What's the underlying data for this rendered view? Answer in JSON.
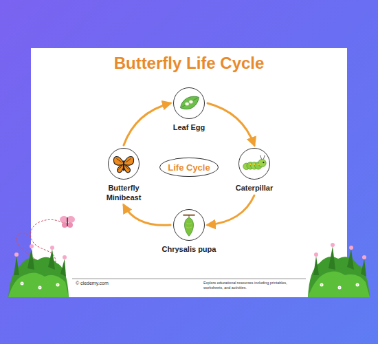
{
  "diagram": {
    "title": "Butterfly Life Cycle",
    "nodes": [
      {
        "text": [
          "Leaf Egg"
        ]
      },
      {
        "text": [
          "Caterpillar"
        ]
      },
      {
        "text": [
          "Chrysalis pupa"
        ]
      },
      {
        "text": [
          "Butterfly Minibeast"
        ]
      },
      {
        "text": [
          "Life Cycle"
        ]
      }
    ],
    "edges": [
      {
        "from": 0,
        "to": 1,
        "arrow": "to"
      },
      {
        "from": 1,
        "to": 2,
        "arrow": "to"
      },
      {
        "from": 2,
        "to": 3,
        "arrow": "to"
      },
      {
        "from": 3,
        "to": 0,
        "arrow": "to"
      }
    ],
    "labels": [
      "© cledemy.com",
      "Explore educational resources including printables, worksheets, and activities."
    ]
  }
}
